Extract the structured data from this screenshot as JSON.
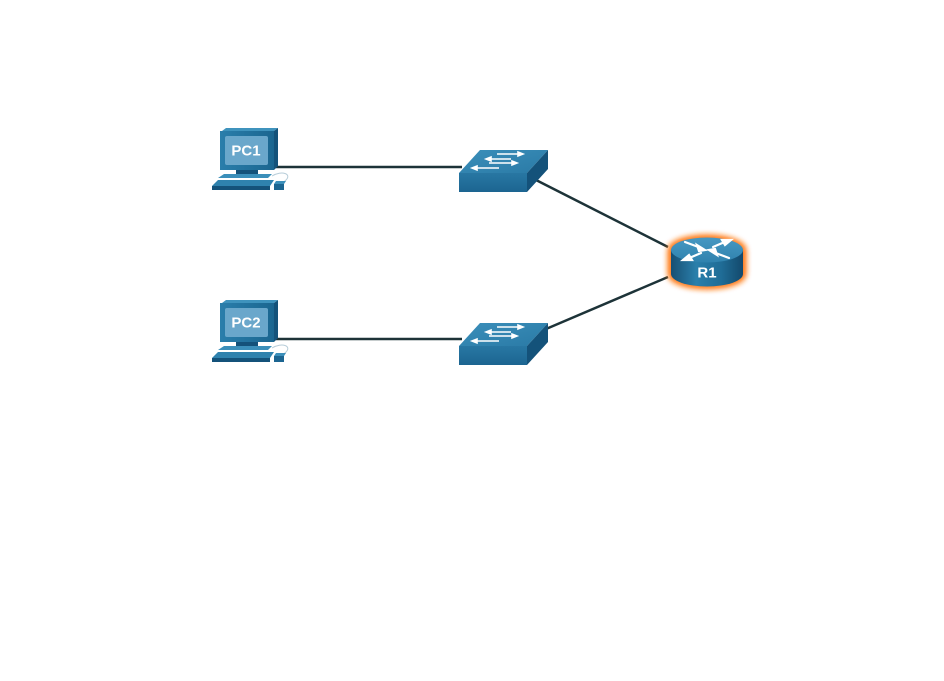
{
  "diagram": {
    "type": "network-topology",
    "colors": {
      "device_primary": "#1f6e99",
      "device_light": "#3a8db8",
      "device_dark": "#14527a",
      "screen": "#6aa7cb",
      "link": "#1d3338",
      "highlight_glow": "#ff7a1a",
      "background": "#ffffff"
    },
    "devices": [
      {
        "id": "pc1",
        "type": "pc",
        "label": "PC1",
        "icon": "pc-icon"
      },
      {
        "id": "pc2",
        "type": "pc",
        "label": "PC2",
        "icon": "pc-icon"
      },
      {
        "id": "s1",
        "type": "switch",
        "label": "",
        "icon": "switch-icon"
      },
      {
        "id": "s2",
        "type": "switch",
        "label": "",
        "icon": "switch-icon"
      },
      {
        "id": "r1",
        "type": "router",
        "label": "R1",
        "icon": "router-icon",
        "highlighted": true
      }
    ],
    "links": [
      {
        "from": "pc1",
        "to": "s1"
      },
      {
        "from": "pc2",
        "to": "s2"
      },
      {
        "from": "s1",
        "to": "r1"
      },
      {
        "from": "s2",
        "to": "r1"
      }
    ]
  }
}
